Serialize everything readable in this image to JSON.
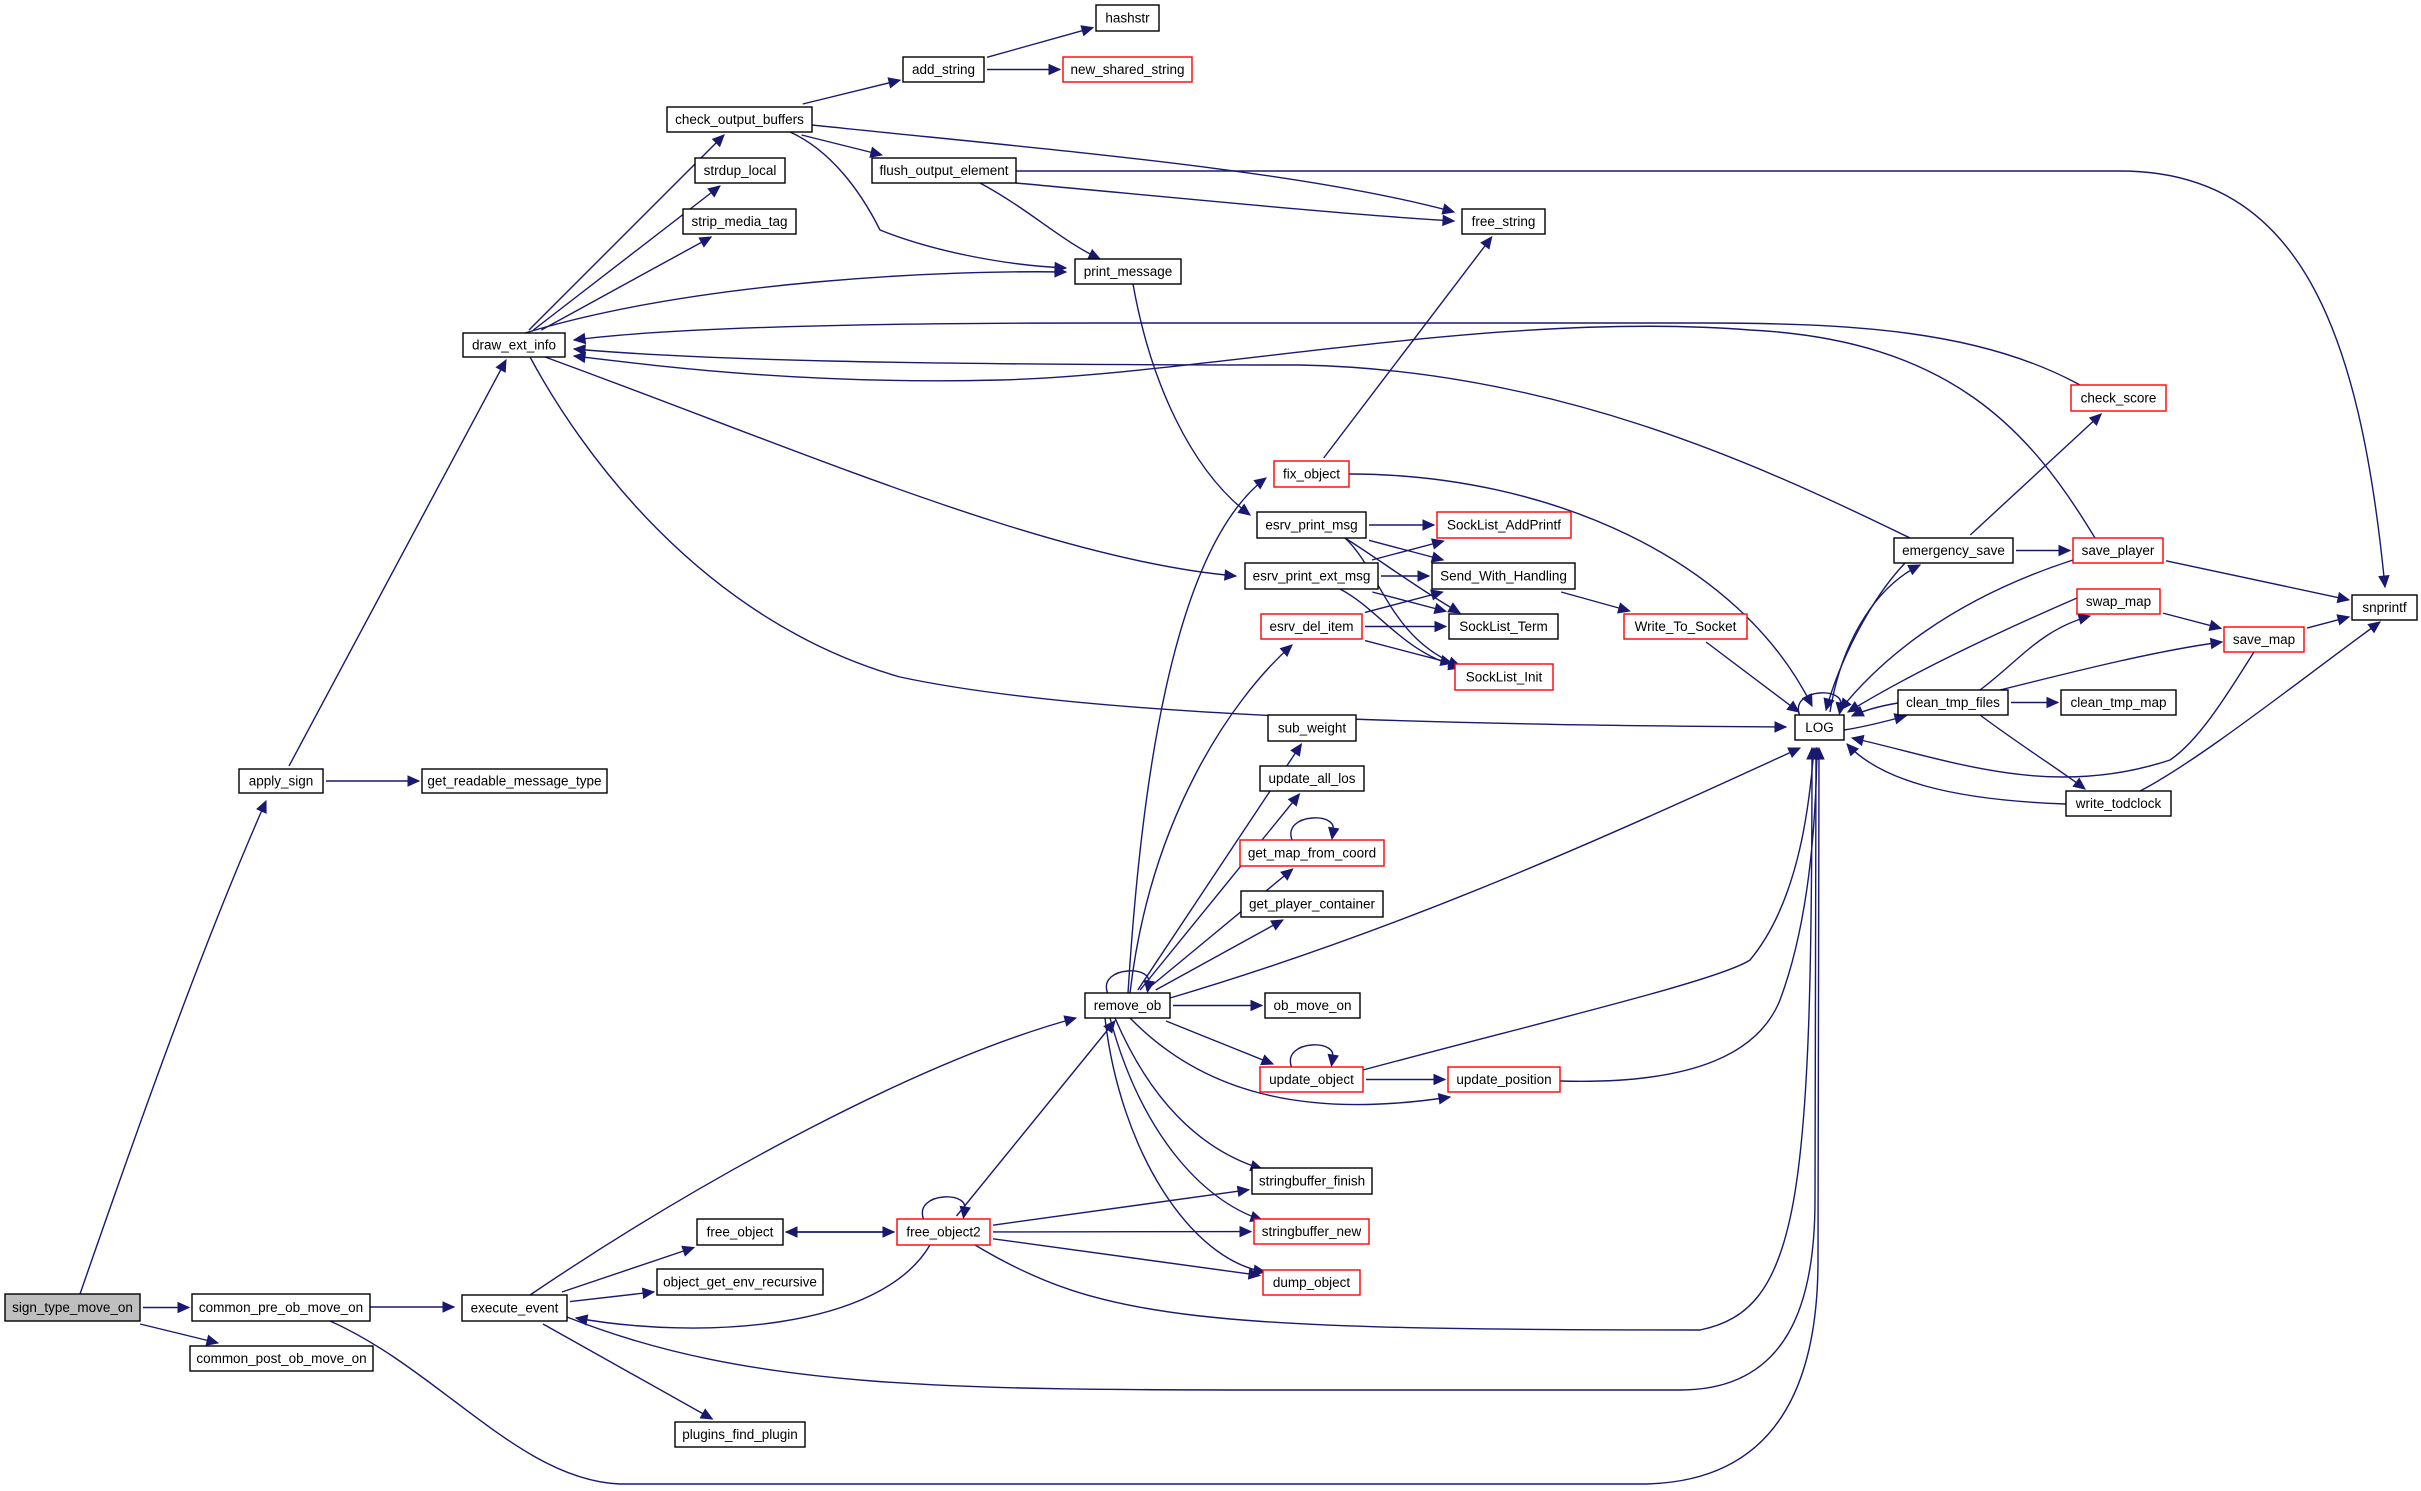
{
  "graph": {
    "kind": "call-graph",
    "root": "sign_type_move_on",
    "colors": {
      "edge": "#191970",
      "node_border": "#000000",
      "truncated_border": "#ff0000",
      "root_fill": "#bfbfbf",
      "node_fill": "#ffffff"
    },
    "nodes": [
      {
        "id": "sign_type_move_on",
        "label": "sign_type_move_on",
        "style": "root"
      },
      {
        "id": "apply_sign",
        "label": "apply_sign",
        "style": "normal"
      },
      {
        "id": "get_readable_message_type",
        "label": "get_readable_message_type",
        "style": "normal"
      },
      {
        "id": "common_pre_ob_move_on",
        "label": "common_pre_ob_move_on",
        "style": "normal"
      },
      {
        "id": "common_post_ob_move_on",
        "label": "common_post_ob_move_on",
        "style": "normal"
      },
      {
        "id": "draw_ext_info",
        "label": "draw_ext_info",
        "style": "normal"
      },
      {
        "id": "check_output_buffers",
        "label": "check_output_buffers",
        "style": "normal"
      },
      {
        "id": "strdup_local",
        "label": "strdup_local",
        "style": "normal"
      },
      {
        "id": "strip_media_tag",
        "label": "strip_media_tag",
        "style": "normal"
      },
      {
        "id": "add_string",
        "label": "add_string",
        "style": "normal"
      },
      {
        "id": "hashstr",
        "label": "hashstr",
        "style": "normal"
      },
      {
        "id": "new_shared_string",
        "label": "new_shared_string",
        "style": "truncated"
      },
      {
        "id": "flush_output_element",
        "label": "flush_output_element",
        "style": "normal"
      },
      {
        "id": "print_message",
        "label": "print_message",
        "style": "normal"
      },
      {
        "id": "free_string",
        "label": "free_string",
        "style": "normal"
      },
      {
        "id": "execute_event",
        "label": "execute_event",
        "style": "normal"
      },
      {
        "id": "free_object",
        "label": "free_object",
        "style": "normal"
      },
      {
        "id": "free_object2",
        "label": "free_object2",
        "style": "truncated"
      },
      {
        "id": "object_get_env_recursive",
        "label": "object_get_env_recursive",
        "style": "normal"
      },
      {
        "id": "plugins_find_plugin",
        "label": "plugins_find_plugin",
        "style": "normal"
      },
      {
        "id": "remove_ob",
        "label": "remove_ob",
        "style": "normal"
      },
      {
        "id": "fix_object",
        "label": "fix_object",
        "style": "truncated"
      },
      {
        "id": "esrv_print_msg",
        "label": "esrv_print_msg",
        "style": "normal"
      },
      {
        "id": "esrv_print_ext_msg",
        "label": "esrv_print_ext_msg",
        "style": "normal"
      },
      {
        "id": "esrv_del_item",
        "label": "esrv_del_item",
        "style": "truncated"
      },
      {
        "id": "sub_weight",
        "label": "sub_weight",
        "style": "normal"
      },
      {
        "id": "update_all_los",
        "label": "update_all_los",
        "style": "normal"
      },
      {
        "id": "get_map_from_coord",
        "label": "get_map_from_coord",
        "style": "truncated"
      },
      {
        "id": "get_player_container",
        "label": "get_player_container",
        "style": "normal"
      },
      {
        "id": "ob_move_on",
        "label": "ob_move_on",
        "style": "normal"
      },
      {
        "id": "update_object",
        "label": "update_object",
        "style": "truncated"
      },
      {
        "id": "update_position",
        "label": "update_position",
        "style": "truncated"
      },
      {
        "id": "stringbuffer_finish",
        "label": "stringbuffer_finish",
        "style": "normal"
      },
      {
        "id": "stringbuffer_new",
        "label": "stringbuffer_new",
        "style": "truncated"
      },
      {
        "id": "dump_object",
        "label": "dump_object",
        "style": "truncated"
      },
      {
        "id": "SockList_AddPrintf",
        "label": "SockList_AddPrintf",
        "style": "truncated"
      },
      {
        "id": "Send_With_Handling",
        "label": "Send_With_Handling",
        "style": "normal"
      },
      {
        "id": "SockList_Term",
        "label": "SockList_Term",
        "style": "normal"
      },
      {
        "id": "SockList_Init",
        "label": "SockList_Init",
        "style": "truncated"
      },
      {
        "id": "Write_To_Socket",
        "label": "Write_To_Socket",
        "style": "truncated"
      },
      {
        "id": "LOG",
        "label": "LOG",
        "style": "normal"
      },
      {
        "id": "emergency_save",
        "label": "emergency_save",
        "style": "normal"
      },
      {
        "id": "check_score",
        "label": "check_score",
        "style": "truncated"
      },
      {
        "id": "save_player",
        "label": "save_player",
        "style": "truncated"
      },
      {
        "id": "swap_map",
        "label": "swap_map",
        "style": "truncated"
      },
      {
        "id": "save_map",
        "label": "save_map",
        "style": "truncated"
      },
      {
        "id": "snprintf",
        "label": "snprintf",
        "style": "normal"
      },
      {
        "id": "clean_tmp_files",
        "label": "clean_tmp_files",
        "style": "normal"
      },
      {
        "id": "clean_tmp_map",
        "label": "clean_tmp_map",
        "style": "normal"
      },
      {
        "id": "write_todclock",
        "label": "write_todclock",
        "style": "normal"
      }
    ],
    "edges": [
      {
        "from": "sign_type_move_on",
        "to": "apply_sign"
      },
      {
        "from": "sign_type_move_on",
        "to": "common_pre_ob_move_on"
      },
      {
        "from": "sign_type_move_on",
        "to": "common_post_ob_move_on"
      },
      {
        "from": "apply_sign",
        "to": "draw_ext_info"
      },
      {
        "from": "apply_sign",
        "to": "get_readable_message_type"
      },
      {
        "from": "common_pre_ob_move_on",
        "to": "execute_event"
      },
      {
        "from": "common_pre_ob_move_on",
        "to": "LOG"
      },
      {
        "from": "draw_ext_info",
        "to": "check_output_buffers"
      },
      {
        "from": "draw_ext_info",
        "to": "strdup_local"
      },
      {
        "from": "draw_ext_info",
        "to": "strip_media_tag"
      },
      {
        "from": "draw_ext_info",
        "to": "print_message"
      },
      {
        "from": "draw_ext_info",
        "to": "esrv_print_ext_msg"
      },
      {
        "from": "draw_ext_info",
        "to": "LOG"
      },
      {
        "from": "check_output_buffers",
        "to": "add_string"
      },
      {
        "from": "check_output_buffers",
        "to": "flush_output_element"
      },
      {
        "from": "check_output_buffers",
        "to": "print_message"
      },
      {
        "from": "check_output_buffers",
        "to": "free_string"
      },
      {
        "from": "add_string",
        "to": "hashstr"
      },
      {
        "from": "add_string",
        "to": "new_shared_string"
      },
      {
        "from": "flush_output_element",
        "to": "print_message"
      },
      {
        "from": "flush_output_element",
        "to": "free_string"
      },
      {
        "from": "flush_output_element",
        "to": "snprintf"
      },
      {
        "from": "print_message",
        "to": "esrv_print_msg"
      },
      {
        "from": "execute_event",
        "to": "remove_ob"
      },
      {
        "from": "execute_event",
        "to": "free_object"
      },
      {
        "from": "execute_event",
        "to": "object_get_env_recursive"
      },
      {
        "from": "execute_event",
        "to": "plugins_find_plugin"
      },
      {
        "from": "execute_event",
        "to": "LOG"
      },
      {
        "from": "free_object",
        "to": "free_object2"
      },
      {
        "from": "free_object2",
        "to": "free_object"
      },
      {
        "from": "free_object2",
        "to": "free_object2"
      },
      {
        "from": "free_object2",
        "to": "execute_event"
      },
      {
        "from": "free_object2",
        "to": "remove_ob"
      },
      {
        "from": "free_object2",
        "to": "stringbuffer_finish"
      },
      {
        "from": "free_object2",
        "to": "stringbuffer_new"
      },
      {
        "from": "free_object2",
        "to": "dump_object"
      },
      {
        "from": "free_object2",
        "to": "LOG"
      },
      {
        "from": "remove_ob",
        "to": "remove_ob"
      },
      {
        "from": "remove_ob",
        "to": "fix_object"
      },
      {
        "from": "remove_ob",
        "to": "esrv_del_item"
      },
      {
        "from": "remove_ob",
        "to": "sub_weight"
      },
      {
        "from": "remove_ob",
        "to": "update_all_los"
      },
      {
        "from": "remove_ob",
        "to": "get_map_from_coord"
      },
      {
        "from": "remove_ob",
        "to": "get_player_container"
      },
      {
        "from": "remove_ob",
        "to": "ob_move_on"
      },
      {
        "from": "remove_ob",
        "to": "update_object"
      },
      {
        "from": "remove_ob",
        "to": "update_position"
      },
      {
        "from": "remove_ob",
        "to": "stringbuffer_finish"
      },
      {
        "from": "remove_ob",
        "to": "stringbuffer_new"
      },
      {
        "from": "remove_ob",
        "to": "dump_object"
      },
      {
        "from": "remove_ob",
        "to": "LOG"
      },
      {
        "from": "fix_object",
        "to": "free_string"
      },
      {
        "from": "fix_object",
        "to": "LOG"
      },
      {
        "from": "get_map_from_coord",
        "to": "get_map_from_coord"
      },
      {
        "from": "update_object",
        "to": "update_object"
      },
      {
        "from": "update_object",
        "to": "update_position"
      },
      {
        "from": "update_object",
        "to": "LOG"
      },
      {
        "from": "update_position",
        "to": "LOG"
      },
      {
        "from": "esrv_print_msg",
        "to": "SockList_AddPrintf"
      },
      {
        "from": "esrv_print_msg",
        "to": "Send_With_Handling"
      },
      {
        "from": "esrv_print_msg",
        "to": "SockList_Term"
      },
      {
        "from": "esrv_print_msg",
        "to": "SockList_Init"
      },
      {
        "from": "esrv_print_ext_msg",
        "to": "SockList_AddPrintf"
      },
      {
        "from": "esrv_print_ext_msg",
        "to": "Send_With_Handling"
      },
      {
        "from": "esrv_print_ext_msg",
        "to": "SockList_Term"
      },
      {
        "from": "esrv_print_ext_msg",
        "to": "SockList_Init"
      },
      {
        "from": "esrv_del_item",
        "to": "Send_With_Handling"
      },
      {
        "from": "esrv_del_item",
        "to": "SockList_Term"
      },
      {
        "from": "esrv_del_item",
        "to": "SockList_Init"
      },
      {
        "from": "Send_With_Handling",
        "to": "Write_To_Socket"
      },
      {
        "from": "Write_To_Socket",
        "to": "LOG"
      },
      {
        "from": "LOG",
        "to": "LOG"
      },
      {
        "from": "LOG",
        "to": "emergency_save"
      },
      {
        "from": "LOG",
        "to": "clean_tmp_files"
      },
      {
        "from": "emergency_save",
        "to": "LOG"
      },
      {
        "from": "emergency_save",
        "to": "draw_ext_info"
      },
      {
        "from": "emergency_save",
        "to": "check_score"
      },
      {
        "from": "emergency_save",
        "to": "save_player"
      },
      {
        "from": "check_score",
        "to": "draw_ext_info"
      },
      {
        "from": "save_player",
        "to": "draw_ext_info"
      },
      {
        "from": "save_player",
        "to": "LOG"
      },
      {
        "from": "save_player",
        "to": "snprintf"
      },
      {
        "from": "clean_tmp_files",
        "to": "LOG"
      },
      {
        "from": "clean_tmp_files",
        "to": "swap_map"
      },
      {
        "from": "clean_tmp_files",
        "to": "save_map"
      },
      {
        "from": "clean_tmp_files",
        "to": "clean_tmp_map"
      },
      {
        "from": "clean_tmp_files",
        "to": "write_todclock"
      },
      {
        "from": "swap_map",
        "to": "LOG"
      },
      {
        "from": "swap_map",
        "to": "save_map"
      },
      {
        "from": "save_map",
        "to": "LOG"
      },
      {
        "from": "save_map",
        "to": "snprintf"
      },
      {
        "from": "write_todclock",
        "to": "LOG"
      },
      {
        "from": "write_todclock",
        "to": "snprintf"
      }
    ]
  }
}
